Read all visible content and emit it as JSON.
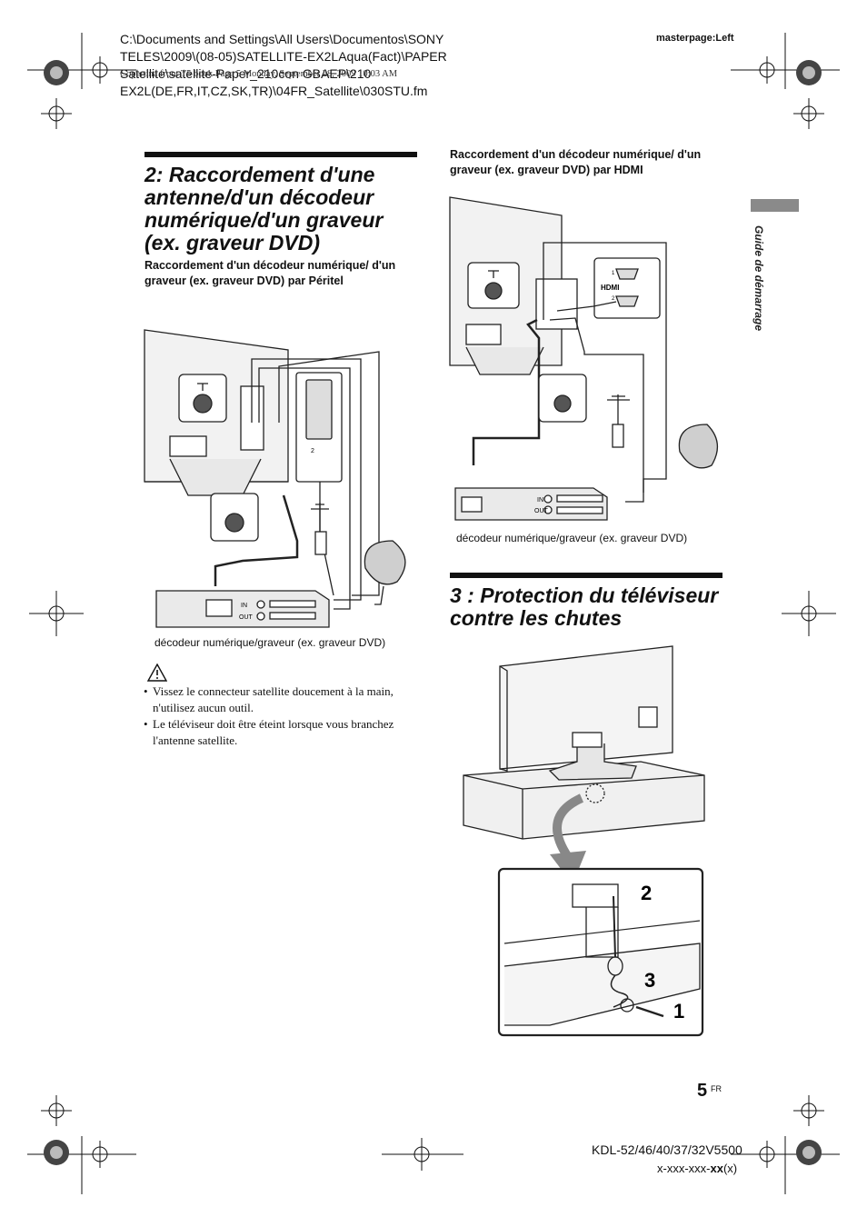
{
  "header": {
    "file_path_lines": [
      "C:\\Documents and Settings\\All Users\\Documentos\\SONY",
      "TELES\\2009\\(08-05)SATELLITE-EX2LAqua(Fact)\\PAPER",
      "Satellite\\satellite-Paper_210con GBAEP\\210",
      "EX2L(DE,FR,IT,CZ,SK,TR)\\04FR_Satellite\\030STU.fm"
    ],
    "overlap_text": "Copertina front  T5 book  Page 5  Monday, September 28, 2009  10:03 AM",
    "masterpage": "masterpage:Left"
  },
  "section2": {
    "title": "2: Raccordement d'une antenne/d'un décodeur numérique/d'un graveur (ex. graveur DVD)",
    "peritel_heading": "Raccordement d'un décodeur numérique/ d'un graveur (ex. graveur DVD) par Péritel",
    "peritel_caption": "décodeur numérique/graveur (ex. graveur DVD)",
    "hdmi_heading": "Raccordement d'un décodeur numérique/ d'un graveur (ex. graveur DVD) par HDMI",
    "hdmi_caption": "décodeur numérique/graveur (ex. graveur DVD)",
    "notes": [
      "Vissez le connecteur satellite doucement à la main, n'utilisez aucun outil.",
      "Le téléviseur doit être éteint lorsque vous branchez l'antenne satellite."
    ]
  },
  "diagram_labels": {
    "in": "IN",
    "out": "OUT",
    "hdmi": "HDMI",
    "scart_number": "2",
    "hdmi_port_1": "1",
    "hdmi_port_2": "2",
    "step_1": "1",
    "step_2": "2",
    "step_3": "3"
  },
  "section3": {
    "title": "3 : Protection du téléviseur contre les chutes"
  },
  "sidebar": {
    "label": "Guide de démarrage"
  },
  "footer": {
    "page_number": "5",
    "page_lang": "FR",
    "model": "KDL-52/46/40/37/32V5500",
    "code_prefix": "x-xxx-xxx-",
    "code_bold": "xx",
    "code_suffix": "(x)"
  }
}
